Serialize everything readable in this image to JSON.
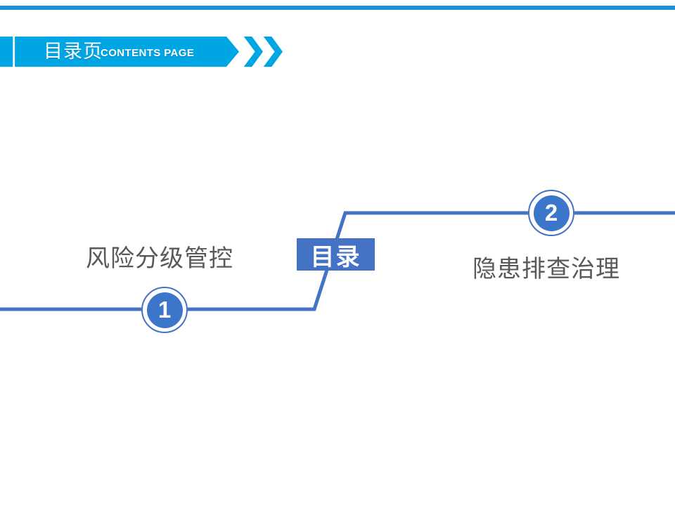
{
  "header": {
    "title_cn": "目录页",
    "title_en": "CONTENTS PAGE"
  },
  "toc": {
    "label": "目录"
  },
  "items": [
    {
      "number": "1",
      "label": "风险分级管控"
    },
    {
      "number": "2",
      "label": "隐患排查治理"
    }
  ],
  "icons": {
    "banner_chevrons": "double chevron-right, cyan"
  },
  "colors": {
    "banner_cyan": "#00A6E4",
    "accent_blue": "#4472C4",
    "circle_fill": "#3B76CA",
    "label_gray": "#595959",
    "top_strip_blue": "#1E90D2",
    "text_white": "#FFFFFF"
  }
}
